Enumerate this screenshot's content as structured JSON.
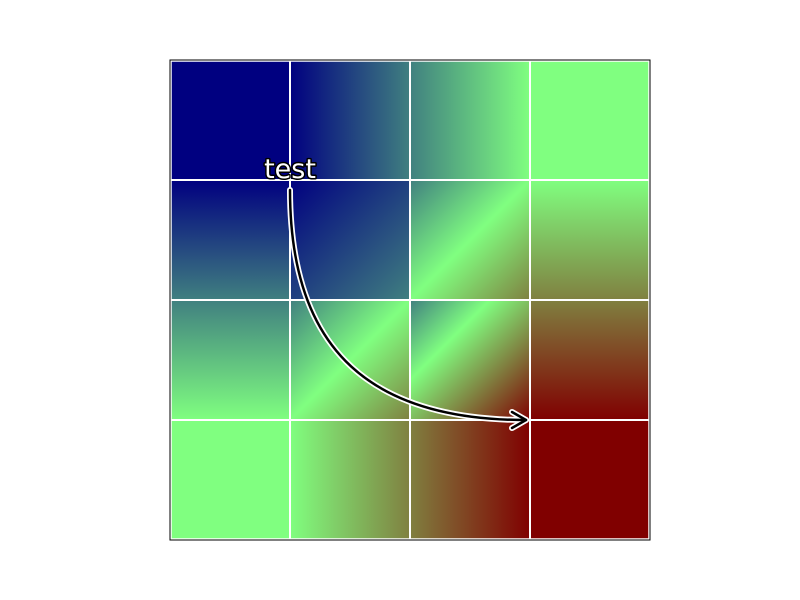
{
  "chart_data": {
    "type": "heatmap",
    "title": "",
    "xlabel": "",
    "ylabel": "",
    "grid": true,
    "axes_visible": false,
    "colors": {
      "low": "#000080",
      "mid": "#80ff80",
      "high": "#800000",
      "grid_line": "#ffffff",
      "frame": "#000000"
    },
    "rows": [
      [
        0.0,
        0.0,
        0.5,
        1.0
      ],
      [
        0.0,
        0.0,
        0.5,
        1.0
      ],
      [
        0.5,
        0.5,
        0.5,
        1.5
      ],
      [
        1.0,
        1.0,
        1.5,
        2.0
      ]
    ],
    "value_range": [
      0,
      2
    ],
    "annotation": {
      "text": "test",
      "from": {
        "row": 1,
        "col": 1
      },
      "to": {
        "row": 3,
        "col": 3
      },
      "arrow_color": "#000000",
      "arrow_outline": "#ffffff"
    }
  }
}
